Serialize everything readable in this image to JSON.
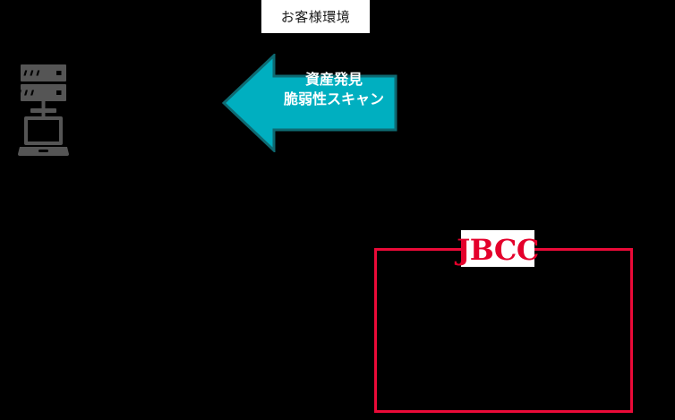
{
  "diagram": {
    "background_color": "#000000",
    "environment_label": {
      "text": "お客様環境",
      "background_color": "#FFFFFF",
      "text_color": "#1A1A1A"
    },
    "arrow": {
      "direction": "left",
      "color": "#00AFC0",
      "outline_color": "#0E6A72",
      "text_color": "#FFFFFF",
      "line1": "資産発見",
      "line2": "脆弱性スキャン"
    },
    "device_icon": {
      "name": "server-and-laptop",
      "color": "#555555"
    },
    "service_region": {
      "border_color": "#EB0A38",
      "logo": {
        "text": "JBCC",
        "color": "#E4002B",
        "plate_color": "#FFFFFF"
      }
    }
  }
}
